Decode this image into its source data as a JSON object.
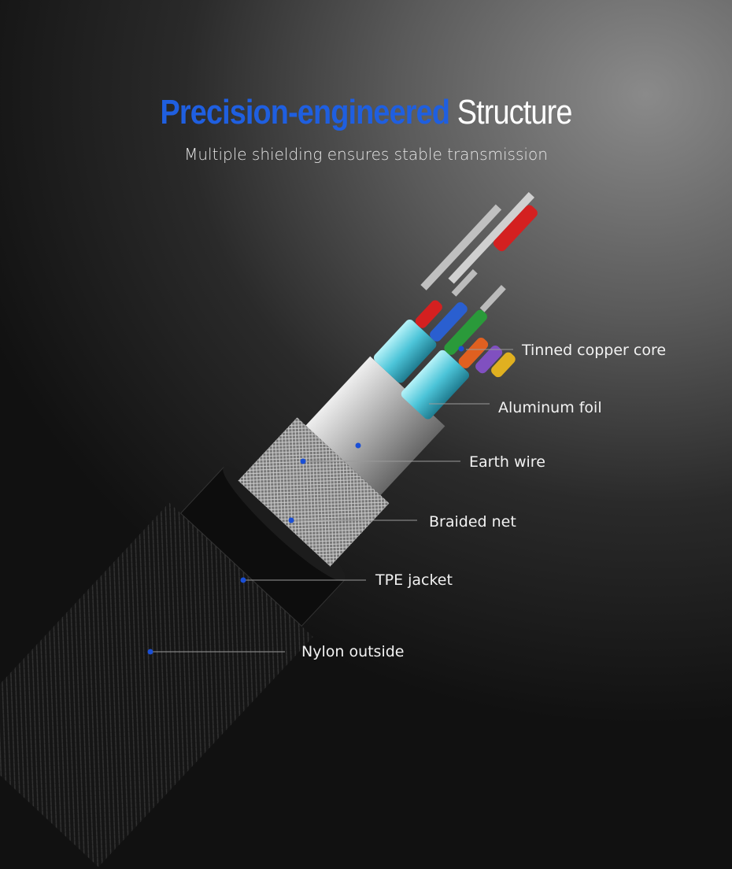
{
  "header": {
    "title_highlight": "Precision-engineered",
    "title_rest": "Structure",
    "subtitle": "Multiple shielding ensures stable transmission"
  },
  "callouts": [
    {
      "label": "Tinned copper core"
    },
    {
      "label": "Aluminum foil"
    },
    {
      "label": "Earth wire"
    },
    {
      "label": "Braided net"
    },
    {
      "label": "TPE jacket"
    },
    {
      "label": "Nylon outside"
    }
  ],
  "colors": {
    "accent": "#1f5fe0",
    "dot": "#1a4fd6",
    "line": "#9a9a9a"
  }
}
